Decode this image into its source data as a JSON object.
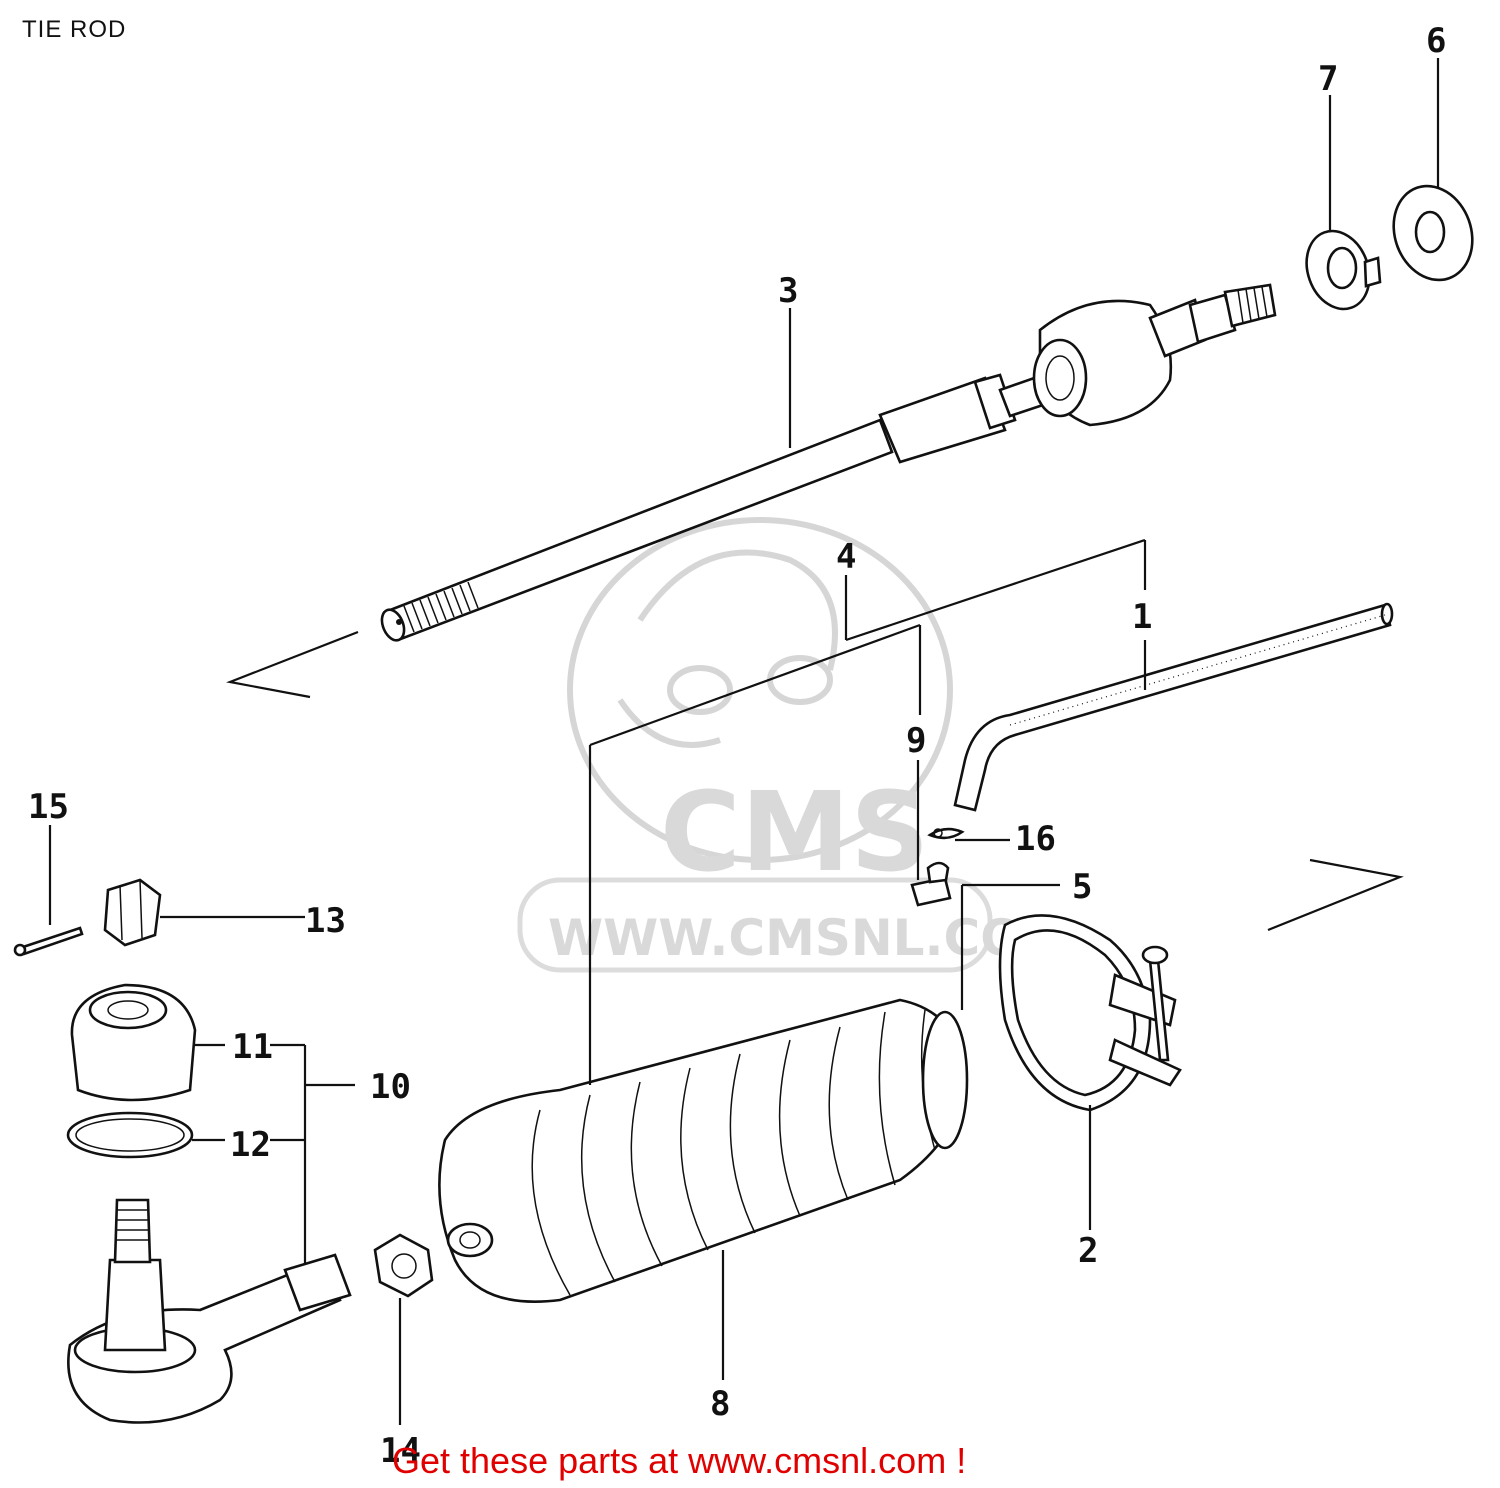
{
  "title": "TIE ROD",
  "footer": "Get these parts at www.cmsnl.com !",
  "watermark": {
    "brand": "CMS",
    "url": "WWW.CMSNL.COM"
  },
  "callouts": {
    "c1": "1",
    "c2": "2",
    "c3": "3",
    "c4": "4",
    "c5": "5",
    "c6": "6",
    "c7": "7",
    "c8": "8",
    "c9": "9",
    "c10": "10",
    "c11": "11",
    "c12": "12",
    "c13": "13",
    "c14": "14",
    "c15": "15",
    "c16": "16"
  },
  "colors": {
    "footer_text": "#e00000",
    "line_art": "#111111",
    "watermark": "#d6d6d6"
  }
}
